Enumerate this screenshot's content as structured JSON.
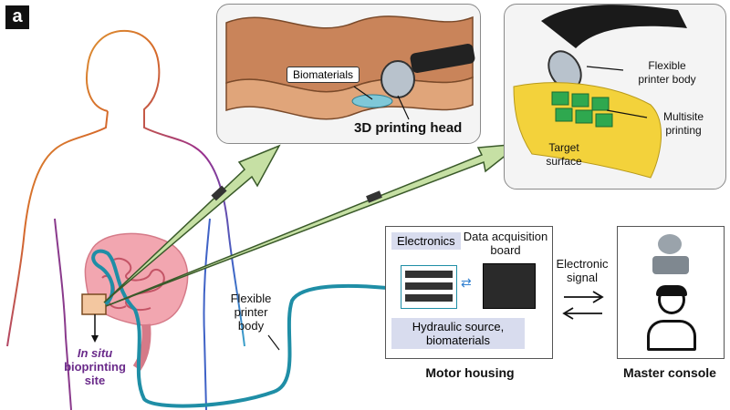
{
  "panel_label": "a",
  "labels": {
    "in_situ": "In situ",
    "bioprinting_site": "bioprinting\nsite",
    "flexible_printer_body_main": "Flexible\nprinter\nbody",
    "biomaterials": "Biomaterials",
    "printing_head": "3D printing head",
    "flexible_printer_body_inset": "Flexible\nprinter body",
    "multisite_printing": "Multisite\nprinting",
    "target_surface": "Target\nsurface",
    "electronics": "Electronics",
    "data_acquisition_board": "Data acquisition\nboard",
    "hydraulic_source": "Hydraulic source,\nbiomaterials",
    "electronic_signal": "Electronic\nsignal",
    "motor_housing": "Motor housing",
    "master_console": "Master console"
  },
  "colors": {
    "arrow_fill": "#c6e0a4",
    "cable": "#1f8ea6",
    "intestine": "#f2a6b0",
    "label_box": "#d8dcee",
    "target_surface": "#f3d23b",
    "print_patch": "#2fa84f",
    "site_purple": "#6a2a8a"
  }
}
